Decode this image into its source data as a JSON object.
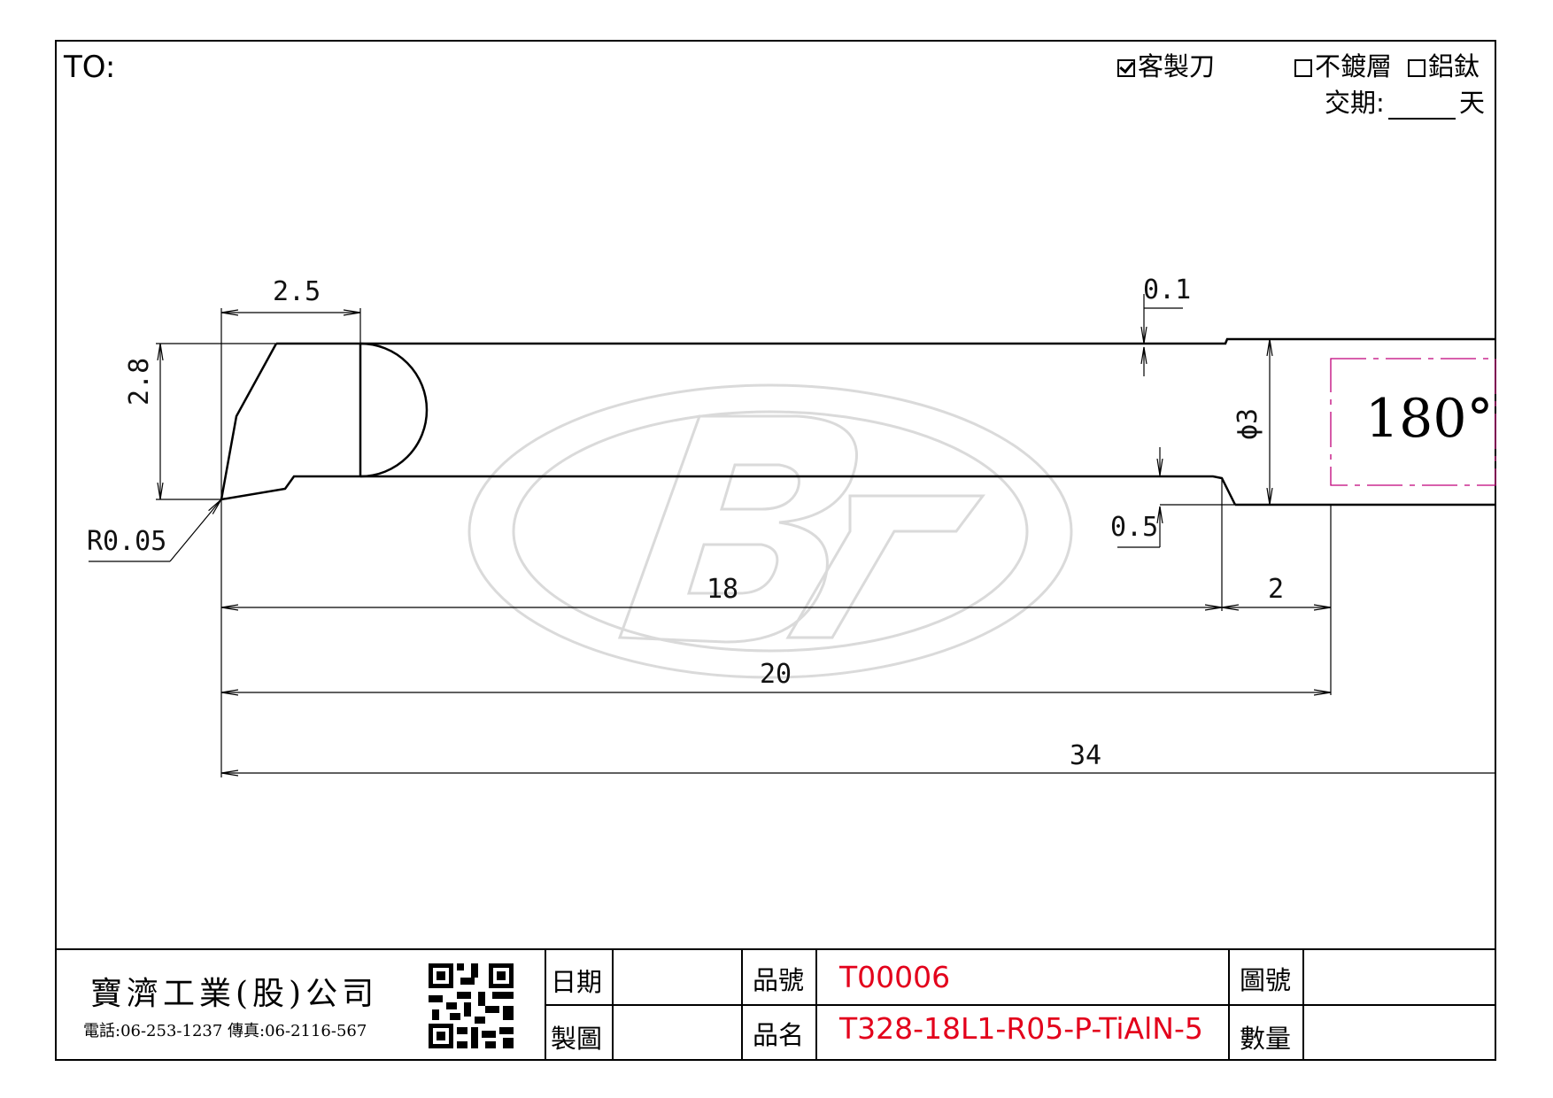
{
  "header": {
    "to_label": "TO:",
    "options": [
      {
        "label": "客製刀",
        "checked": true
      },
      {
        "label": "不鍍層",
        "checked": false
      },
      {
        "label": "鋁鈦",
        "checked": false
      }
    ],
    "delivery_label": "交期:",
    "delivery_unit": "天"
  },
  "drawing": {
    "dimensions": {
      "d_2_5": "2.5",
      "d_2_8": "2.8",
      "d_0_1": "0.1",
      "d_phi3": "ϕ3",
      "d_0_5": "0.5",
      "d_r": "R0.05",
      "d_18": "18",
      "d_2": "2",
      "d_20": "20",
      "d_34": "34"
    },
    "angle_label": "180°",
    "colors": {
      "line": "#000000",
      "angle_box": "#c0007a",
      "watermark": "#d9d9d9"
    }
  },
  "title_block": {
    "company_name": "寶濟工業(股)公司",
    "company_contact": "電話:06-253-1237 傳真:06-2116-567",
    "date_label": "日期",
    "date_value": "",
    "drawn_label": "製圖",
    "drawn_value": "",
    "part_no_label": "品號",
    "part_no_value": "T00006",
    "part_name_label": "品名",
    "part_name_value": "T328-18L1-R05-P-TiAlN-5",
    "drawing_no_label": "圖號",
    "drawing_no_value": "",
    "qty_label": "數量",
    "qty_value": "",
    "accent_color": "#e3001b"
  }
}
